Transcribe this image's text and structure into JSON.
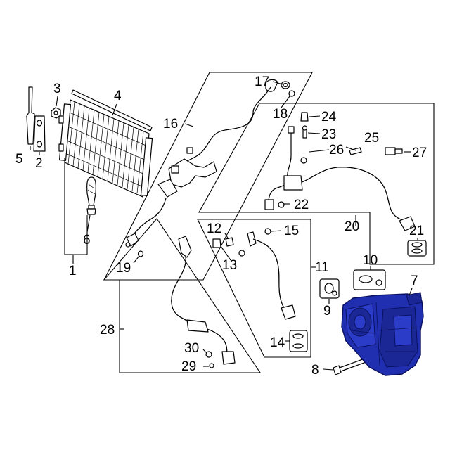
{
  "callouts": {
    "c1": "1",
    "c2": "2",
    "c3": "3",
    "c4": "4",
    "c5": "5",
    "c6": "6",
    "c7": "7",
    "c8": "8",
    "c9": "9",
    "c10": "10",
    "c11": "11",
    "c12": "12",
    "c13": "13",
    "c14": "14",
    "c15": "15",
    "c16": "16",
    "c17": "17",
    "c18": "18",
    "c19": "19",
    "c20": "20",
    "c21": "21",
    "c22": "22",
    "c23": "23",
    "c24": "24",
    "c25": "25",
    "c26": "26",
    "c27": "27",
    "c28": "28",
    "c29": "29",
    "c30": "30"
  },
  "colors": {
    "compressor": "#1f2fb0",
    "compressor_dark": "#0a1060",
    "line": "#000000"
  }
}
